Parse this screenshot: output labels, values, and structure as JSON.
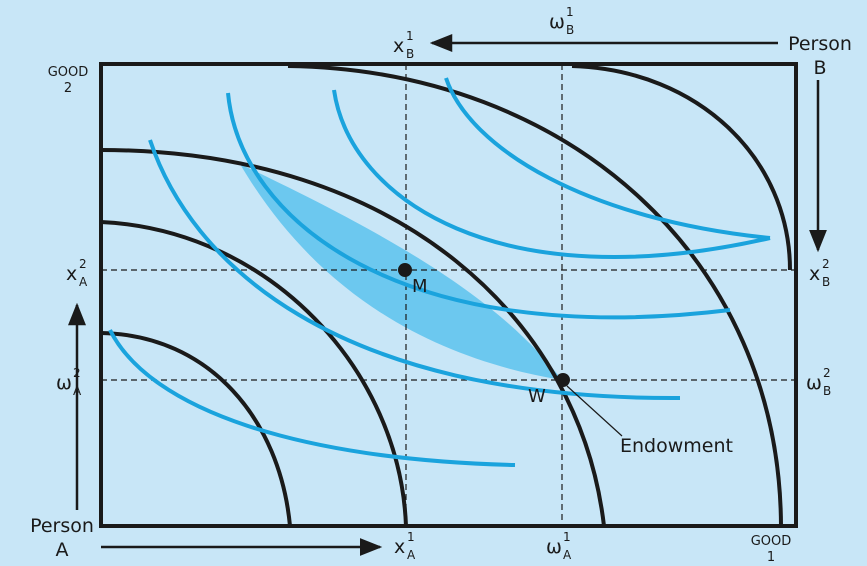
{
  "colors": {
    "background": "#c8e6f7",
    "box": "#1a1a1a",
    "indifference_A": "#1a1a1a",
    "indifference_B": "#1aa3dd",
    "lens_fill": "#6cc8ef"
  },
  "labels": {
    "good2_line1": "GOOD",
    "good2_line2": "2",
    "good1_line1": "GOOD",
    "good1_line2": "1",
    "personA_line1": "Person",
    "personA_line2": "A",
    "personB_line1": "Person",
    "personB_line2": "B",
    "x": "x",
    "omega": "ω",
    "sub_A": "A",
    "sub_B": "B",
    "sup_1": "1",
    "sup_2": "2",
    "point_M": "M",
    "point_W": "W",
    "endowment": "Endowment"
  }
}
